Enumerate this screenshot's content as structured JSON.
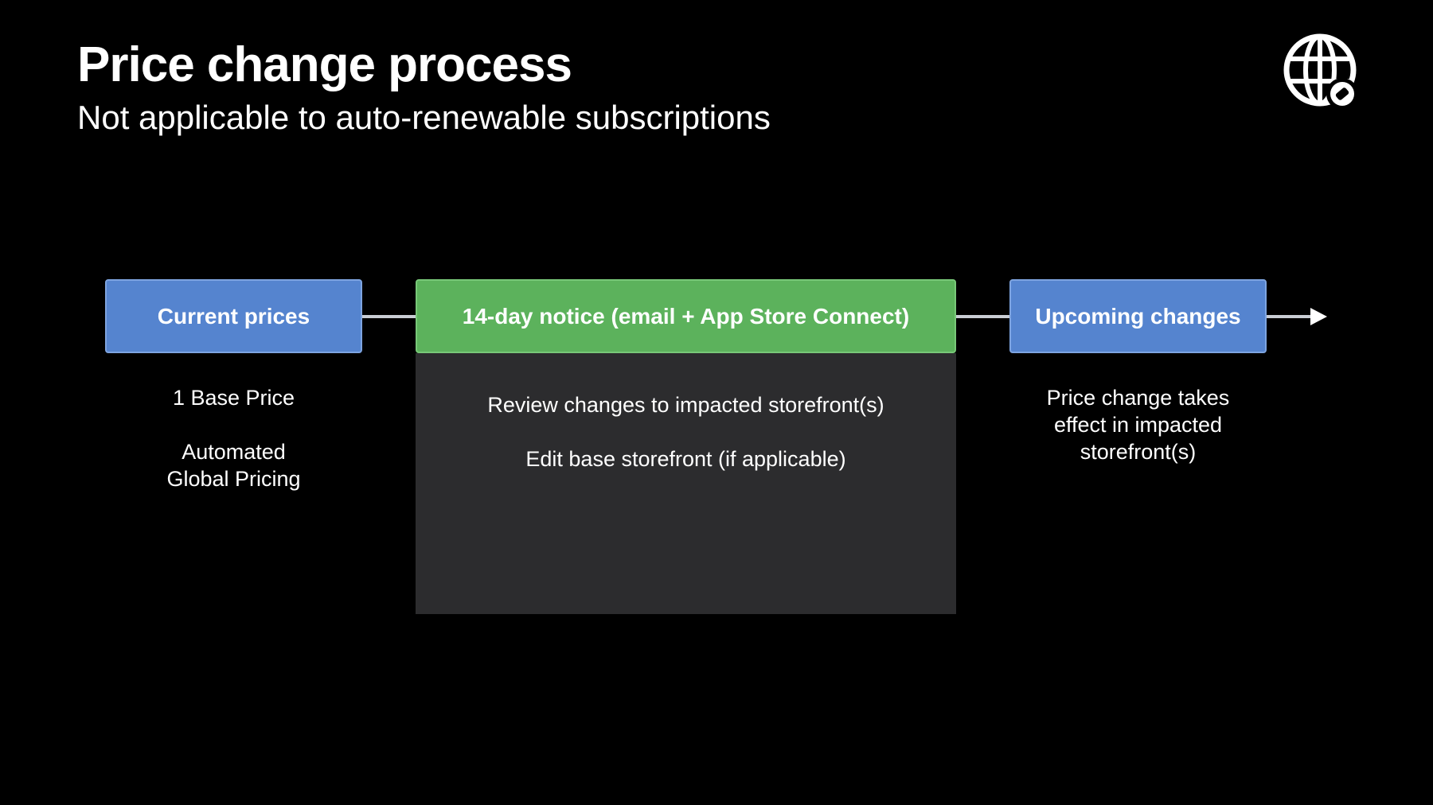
{
  "slide": {
    "title": "Price change process",
    "subtitle": "Not applicable to auto-renewable subscriptions"
  },
  "icon": {
    "name": "globe-price-tag-icon"
  },
  "flow": {
    "current": {
      "label": "Current prices",
      "caption_1": "1 Base Price",
      "caption_2_line1": "Automated",
      "caption_2_line2": "Global Pricing"
    },
    "notice": {
      "label": "14-day notice (email + App Store Connect)",
      "item_1": "Review changes to impacted storefront(s)",
      "item_2": "Edit base storefront (if applicable)"
    },
    "upcoming": {
      "label": "Upcoming changes",
      "caption_line1": "Price change takes",
      "caption_line2": "effect in impacted",
      "caption_line3": "storefront(s)"
    }
  },
  "colors": {
    "background": "#000000",
    "blue_box": "#5584cf",
    "green_box": "#5cb25c",
    "panel": "#2c2c2e",
    "connector": "#c9cdd4"
  }
}
